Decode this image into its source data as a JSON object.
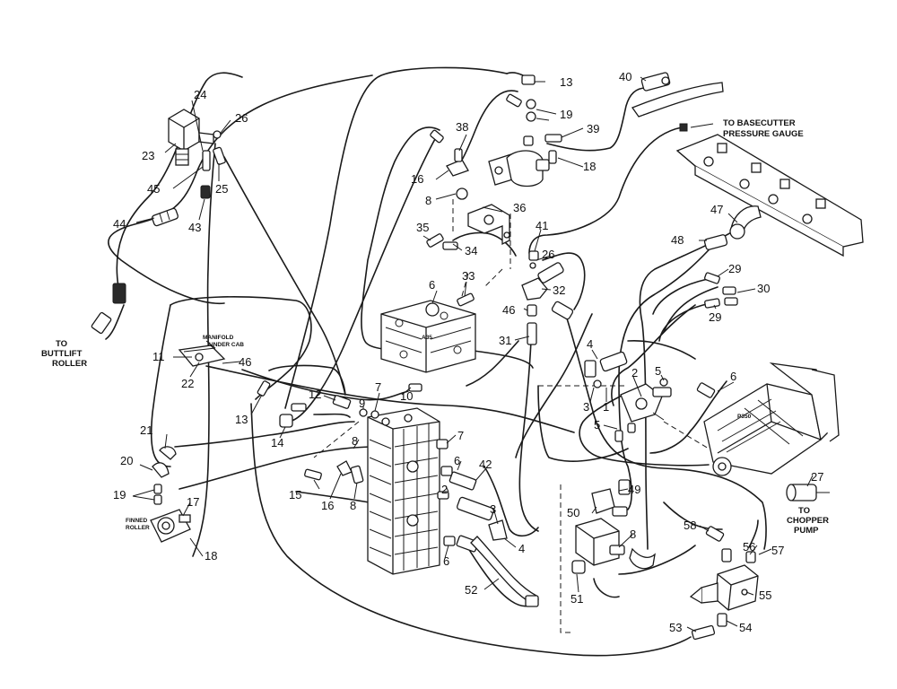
{
  "notes": {
    "buttlift_1": "TO",
    "buttlift_2": "BUTTLIFT",
    "buttlift_3": "ROLLER",
    "basecutter_1": "TO BASECUTTER",
    "basecutter_2": "PRESSURE GAUGE",
    "chopper_1": "TO",
    "chopper_2": "CHOPPER",
    "chopper_3": "PUMP",
    "manifold_1": "MANIFOLD",
    "manifold_2": "UNDER CAB",
    "finned_1": "FINNED",
    "finned_2": "ROLLER",
    "block_a": "A35",
    "pump": "P350"
  },
  "callouts": {
    "n1": "1",
    "n2a": "2",
    "n2b": "2",
    "n3a": "3",
    "n3b": "3",
    "n4a": "4",
    "n4b": "4",
    "n5a": "5",
    "n5b": "5",
    "n6a": "6",
    "n6b": "6",
    "n6c": "6",
    "n6d": "6",
    "n7a": "7",
    "n7b": "7",
    "n8a": "8",
    "n8b": "8",
    "n8c": "8",
    "n8d": "8",
    "n9": "9",
    "n10": "10",
    "n11": "11",
    "n12": "12",
    "n13a": "13",
    "n13b": "13",
    "n14": "14",
    "n15": "15",
    "n16a": "16",
    "n16b": "16",
    "n17": "17",
    "n18a": "18",
    "n18b": "18",
    "n19a": "19",
    "n19b": "19",
    "n20": "20",
    "n21": "21",
    "n22": "22",
    "n23": "23",
    "n24": "24",
    "n25": "25",
    "n26a": "26",
    "n26b": "26",
    "n27": "27",
    "n29a": "29",
    "n29b": "29",
    "n30": "30",
    "n31": "31",
    "n32": "32",
    "n33": "33",
    "n34": "34",
    "n35": "35",
    "n36": "36",
    "n38": "38",
    "n39": "39",
    "n40": "40",
    "n41": "41",
    "n42": "42",
    "n43": "43",
    "n44": "44",
    "n45": "45",
    "n46a": "46",
    "n46b": "46",
    "n47": "47",
    "n48": "48",
    "n49": "49",
    "n50": "50",
    "n51": "51",
    "n52": "52",
    "n53": "53",
    "n54": "54",
    "n55": "55",
    "n56": "56",
    "n57": "57",
    "n58": "58"
  }
}
